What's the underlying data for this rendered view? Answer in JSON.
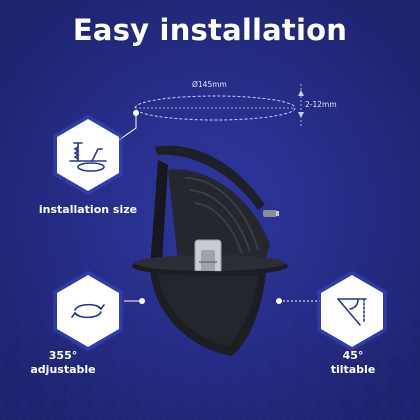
{
  "title": "Easy installation",
  "dimensions": {
    "diameter": "Ø145mm",
    "depth": "2-12mm"
  },
  "features": [
    {
      "label": "installation size",
      "icon": "cutout-saw-icon"
    },
    {
      "label_line1": "355°",
      "label_line2": "adjustable",
      "icon": "rotate-arrows-icon"
    },
    {
      "label_line1": "45°",
      "label_line2": "tiltable",
      "icon": "tilt-angle-icon"
    }
  ],
  "colors": {
    "background": "#23297a",
    "hexagon_fill": "#ffffff",
    "hexagon_border": "#3c49c9",
    "icon": "#2a3590",
    "product": "#1b1d24"
  }
}
